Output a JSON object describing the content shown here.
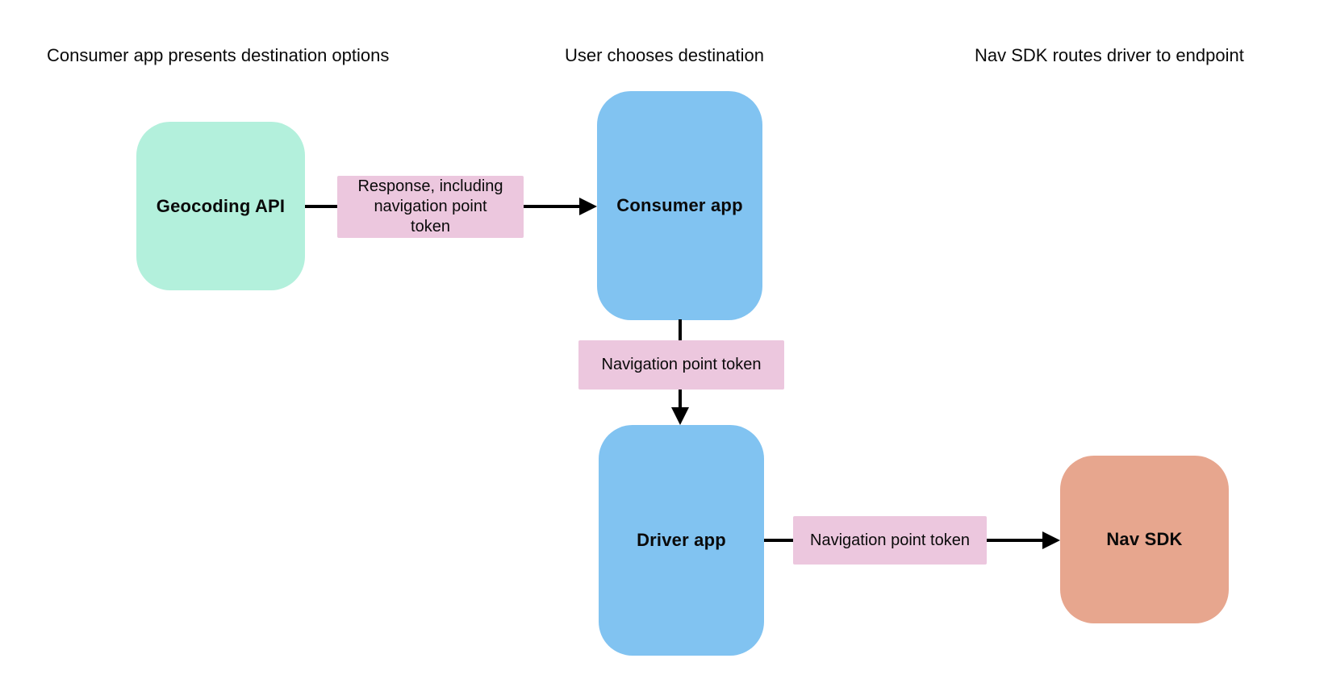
{
  "diagram": {
    "background_color": "#ffffff",
    "arrow_color": "#000000",
    "edge_label_bg": "#ecc7de",
    "text_color": "#0a0a0a",
    "column_headings": [
      {
        "label": "Consumer app presents destination options"
      },
      {
        "label": "User chooses destination"
      },
      {
        "label": "Nav SDK routes driver to endpoint"
      }
    ],
    "nodes": {
      "geocoding_api": {
        "label": "Geocoding API",
        "color": "#b3f0dc"
      },
      "consumer_app": {
        "label": "Consumer app",
        "color": "#81c3f1"
      },
      "driver_app": {
        "label": "Driver app",
        "color": "#81c3f1"
      },
      "nav_sdk": {
        "label": "Nav SDK",
        "color": "#e7a68e"
      }
    },
    "edges": [
      {
        "id": "geocoding-to-consumer",
        "label": "Response, including navigation point token"
      },
      {
        "id": "consumer-to-driver",
        "label": "Navigation point token"
      },
      {
        "id": "driver-to-navsdk",
        "label": "Navigation point token"
      }
    ]
  }
}
